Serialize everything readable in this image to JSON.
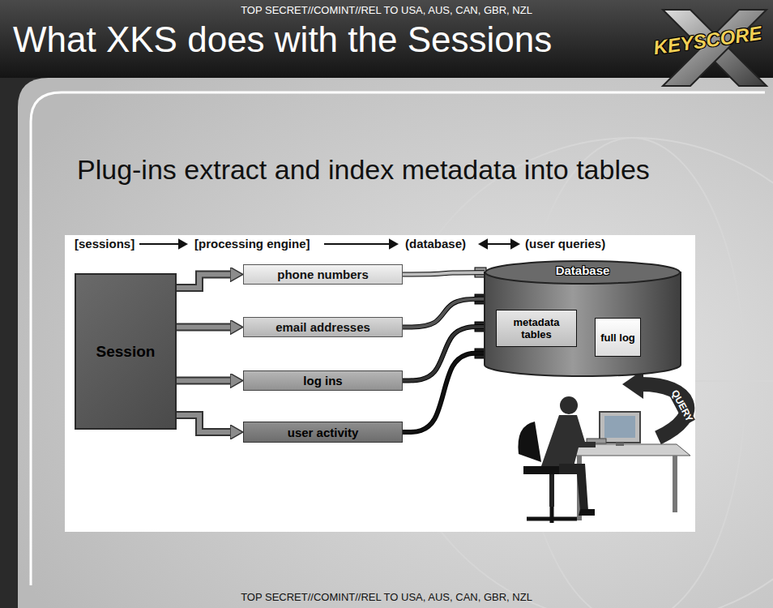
{
  "diagram": {
    "title": "What XKS does with the Sessions",
    "nodes": [
      {
        "text": [
          "Session"
        ]
      },
      {
        "text": [
          "phone numbers"
        ]
      },
      {
        "text": [
          "email addresses"
        ]
      },
      {
        "text": [
          "log ins"
        ]
      },
      {
        "text": [
          "user activity"
        ]
      },
      {
        "text": [
          "Database"
        ]
      },
      {
        "text": [
          "metadata tables"
        ],
        "in": 5
      },
      {
        "text": [
          "full log"
        ],
        "in": 5
      }
    ],
    "edges": [
      {
        "from": 0,
        "to": 1,
        "arrow": "to"
      },
      {
        "from": 0,
        "to": 2,
        "arrow": "to"
      },
      {
        "from": 0,
        "to": 3,
        "arrow": "to"
      },
      {
        "from": 0,
        "to": 4,
        "arrow": "to"
      },
      {
        "from": 1,
        "to": 5,
        "arrow": "none"
      },
      {
        "from": 2,
        "to": 5,
        "arrow": "none"
      },
      {
        "from": 3,
        "to": 5,
        "arrow": "none"
      },
      {
        "from": 4,
        "to": 5,
        "arrow": "none"
      }
    ],
    "labels": [
      "TOP SECRET//COMINT//REL TO USA, AUS, CAN, GBR, NZL",
      "KEYSCORE",
      "Plug-ins extract and index metadata into tables",
      "[sessions]",
      "[processing engine]",
      "(database)",
      "(user queries)",
      "QUERY",
      "TOP SECRET//COMINT//REL TO USA, AUS, CAN, GBR, NZL"
    ]
  }
}
